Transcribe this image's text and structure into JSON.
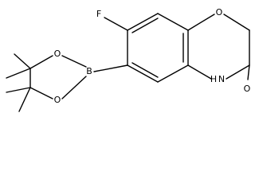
{
  "molecule": {
    "atom_labels": {
      "fluorine": "F",
      "ring_oxygen": "O",
      "carbonyl_oxygen": "O",
      "amine": "H",
      "amine_n": "N",
      "boron": "B",
      "boronate_oxygen_top": "O",
      "boronate_oxygen_bottom": "O"
    }
  }
}
